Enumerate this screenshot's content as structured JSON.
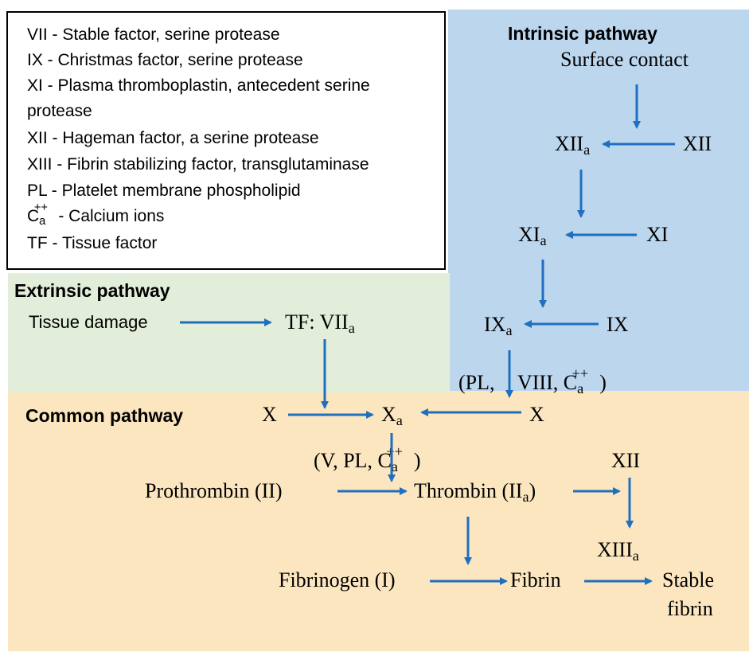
{
  "legend": {
    "lines": [
      "VII - Stable factor, serine protease",
      "IX - Christmas factor, serine protease",
      "XI - Plasma thromboplastin, antecedent serine",
      "protease",
      "XII - Hageman factor, a serine protease",
      "XIII - Fibrin stabilizing factor,  transglutaminase",
      "PL - Platelet membrane phospholipid"
    ],
    "calcium": {
      "base": "C",
      "sub": "a",
      "sup": "++",
      "text": "- Calcium ions"
    },
    "tissue_factor": "TF - Tissue factor"
  },
  "intrinsic": {
    "heading": "Intrinsic pathway",
    "surface_contact": "Surface contact",
    "xii": "XII",
    "xiia": {
      "base": "XII",
      "sub": "a"
    },
    "xi": "XI",
    "xia": {
      "base": "XI",
      "sub": "a"
    },
    "ix": "IX",
    "ixa": {
      "base": "IX",
      "sub": "a"
    },
    "cofactors": {
      "open": "(PL,",
      "viii": "VIII,",
      "ca_base": "C",
      "ca_sub": "a",
      "ca_sup": "++",
      "close": ")"
    }
  },
  "extrinsic": {
    "heading": "Extrinsic pathway",
    "tissue_damage": "Tissue damage",
    "tf_vii": {
      "base": "TF: VII",
      "sub": "a"
    }
  },
  "common": {
    "heading": "Common pathway",
    "x_left": "X",
    "x_right": "X",
    "xa": {
      "base": "X",
      "sub": "a"
    },
    "cofactors": {
      "open": "(V, PL,",
      "ca_base": "C",
      "ca_sub": "a",
      "ca_sup": "++",
      "close": ")"
    },
    "prothrombin": "Prothrombin (II)",
    "thrombin": {
      "base": "Thrombin (II",
      "sub": "a",
      "close": ")"
    },
    "xii": "XII",
    "xiiia": {
      "base": "XIII",
      "sub": "a"
    },
    "fibrinogen": "Fibrinogen (I)",
    "fibrin": "Fibrin",
    "stable_fibrin": [
      "Stable",
      "fibrin"
    ]
  },
  "colors": {
    "arrow": "#1f6fbf",
    "intrinsic_bg": "#bcd6ee",
    "extrinsic_bg": "#e2eed9",
    "common_bg": "#fbe6bf"
  }
}
